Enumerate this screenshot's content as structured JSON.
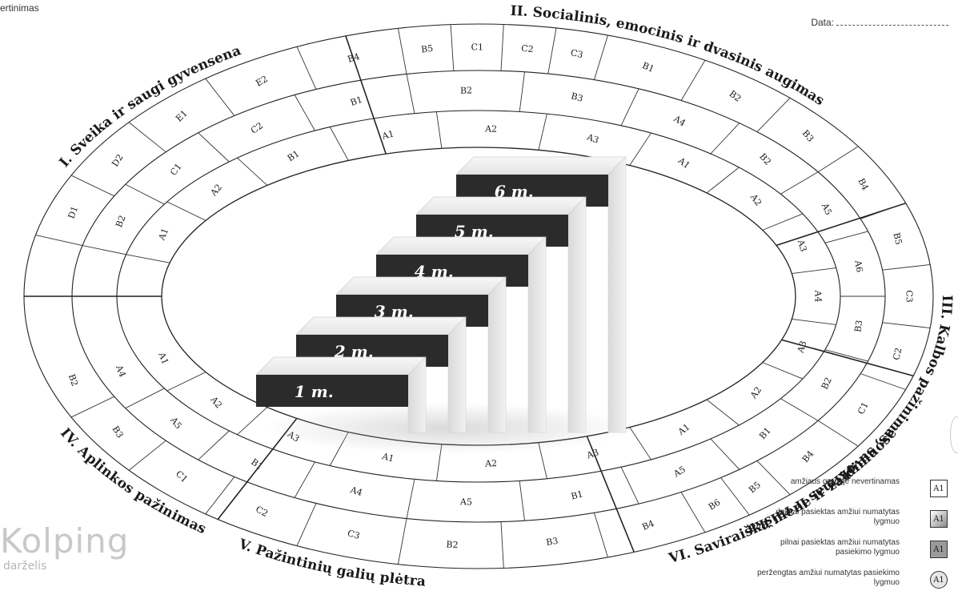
{
  "header": {
    "left_fragment": "ertinimas",
    "date_label": "Data:"
  },
  "sections": [
    {
      "id": "I",
      "title": "I. Sveika ir saugi gyvensena"
    },
    {
      "id": "II",
      "title": "II. Socialinis, emocinis ir dvasinis augimas"
    },
    {
      "id": "III",
      "title": "III. Kalbos pažinimas, suvokimas ir raiška"
    },
    {
      "id": "IV",
      "title": "IV. Aplinkos pažinimas"
    },
    {
      "id": "V",
      "title": "V. Pažintinių galių plėtra"
    },
    {
      "id": "VI",
      "title": "VI. Saviraiška mene ir žaidimuose"
    }
  ],
  "ring": {
    "outer": [
      {
        "labels": [
          "D1"
        ]
      },
      {
        "labels": [
          "D2"
        ]
      },
      {
        "labels": [
          "E1"
        ]
      },
      {
        "labels": [
          "E2"
        ]
      },
      {
        "labels": [
          "B4"
        ]
      },
      {
        "labels": [
          "B5",
          "C1"
        ]
      },
      {
        "labels": [
          "C2",
          "C3"
        ]
      },
      {
        "labels": [
          "B1"
        ]
      },
      {
        "labels": [
          "B2"
        ]
      },
      {
        "labels": [
          "B3"
        ]
      },
      {
        "labels": [
          "B4"
        ]
      },
      {
        "labels": [
          "B5"
        ]
      },
      {
        "labels": [
          "C3"
        ]
      },
      {
        "labels": [
          "C2"
        ]
      },
      {
        "labels": [
          "C1"
        ]
      },
      {
        "labels": [
          "B4"
        ]
      },
      {
        "labels": [
          "B5",
          "B6"
        ]
      },
      {
        "labels": [
          "B4"
        ]
      },
      {
        "labels": [
          "B3"
        ]
      },
      {
        "labels": [
          "B2"
        ]
      },
      {
        "labels": [
          "C3"
        ]
      },
      {
        "labels": [
          "C2"
        ]
      },
      {
        "labels": [
          "C1"
        ]
      },
      {
        "labels": [
          "B3"
        ]
      },
      {
        "labels": [
          "B2"
        ]
      }
    ],
    "middle": [
      {
        "labels": [
          "B2"
        ]
      },
      {
        "labels": [
          "C1"
        ]
      },
      {
        "labels": [
          "C2"
        ]
      },
      {
        "labels": [
          "B1"
        ]
      },
      {
        "labels": [
          "B2"
        ]
      },
      {
        "labels": [
          "B3"
        ]
      },
      {
        "labels": [
          "A4"
        ]
      },
      {
        "labels": [
          "B2"
        ]
      },
      {
        "labels": [
          "A5"
        ]
      },
      {
        "labels": [
          "A6"
        ]
      },
      {
        "labels": [
          "B3"
        ]
      },
      {
        "labels": [
          "B2"
        ]
      },
      {
        "labels": [
          "B1"
        ]
      },
      {
        "labels": [
          "A5"
        ]
      },
      {
        "labels": [
          "B1"
        ]
      },
      {
        "labels": [
          "A5"
        ]
      },
      {
        "labels": [
          "A4"
        ]
      },
      {
        "labels": [
          "B1"
        ]
      },
      {
        "labels": [
          "A5"
        ]
      },
      {
        "labels": [
          "A4"
        ]
      }
    ],
    "inner": [
      {
        "labels": [
          "A1"
        ]
      },
      {
        "labels": [
          "A2"
        ]
      },
      {
        "labels": [
          "B1"
        ]
      },
      {
        "labels": [
          "A1"
        ]
      },
      {
        "labels": [
          "A2"
        ]
      },
      {
        "labels": [
          "A3"
        ]
      },
      {
        "labels": [
          "A1"
        ]
      },
      {
        "labels": [
          "A2"
        ]
      },
      {
        "labels": [
          "A3"
        ]
      },
      {
        "labels": [
          "A4"
        ]
      },
      {
        "labels": [
          "A3"
        ]
      },
      {
        "labels": [
          "A2"
        ]
      },
      {
        "labels": [
          "A1"
        ]
      },
      {
        "labels": [
          "A3"
        ]
      },
      {
        "labels": [
          "A2"
        ]
      },
      {
        "labels": [
          "A1"
        ]
      },
      {
        "labels": [
          "A3"
        ]
      },
      {
        "labels": [
          "A2"
        ]
      },
      {
        "labels": [
          "A1"
        ]
      }
    ]
  },
  "stairs": [
    "1 m.",
    "2 m.",
    "3 m.",
    "4 m.",
    "5 m.",
    "6 m."
  ],
  "legend": [
    {
      "text": "amžiaus grupėje nevertinamas",
      "code": "A1",
      "style": "empty"
    },
    {
      "text": "dalinai pasiektas amžiui numatytas lygmuo",
      "code": "A1",
      "style": "partial"
    },
    {
      "text": "pilnai pasiektas amžiui numatytas pasiekimo lygmuo",
      "code": "A1",
      "style": "full"
    },
    {
      "text": "peržengtas amžiui numatytas pasiekimo lygmuo",
      "code": "A1",
      "style": "exceeded"
    }
  ],
  "logo": {
    "mark": "Kolping",
    "sub": "darželis"
  }
}
